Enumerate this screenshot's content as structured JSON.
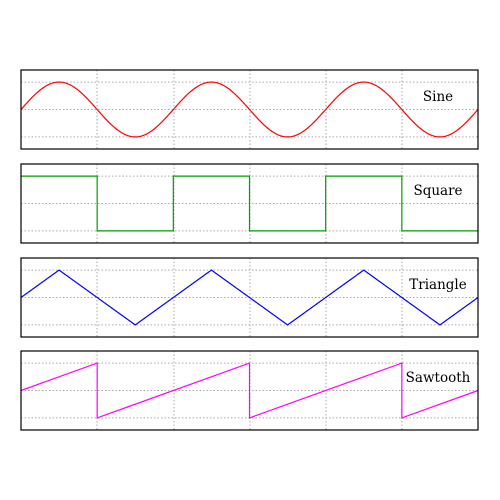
{
  "waveforms": [
    {
      "shape": "sine",
      "label": "Sine",
      "color": "#ff0000",
      "cycles": 3
    },
    {
      "shape": "square",
      "label": "Square",
      "color": "#00a000",
      "cycles": 3
    },
    {
      "shape": "triangle",
      "label": "Triangle",
      "color": "#0000ff",
      "cycles": 3
    },
    {
      "shape": "sawtooth",
      "label": "Sawtooth",
      "color": "#ff00ff",
      "cycles": 3
    }
  ],
  "grid": {
    "visible": true,
    "style": "dotted",
    "color": "#aaaaaa"
  }
}
